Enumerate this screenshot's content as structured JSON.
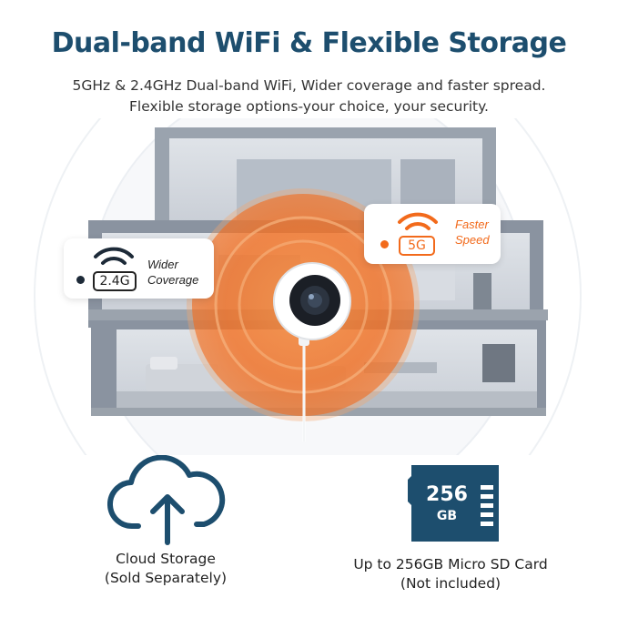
{
  "title": "Dual-band WiFi & Flexible Storage",
  "subtitle_lines": [
    "5GHz & 2.4GHz Dual-band WiFi, Wider coverage and faster spread.",
    "Flexible storage options-your choice, your security."
  ],
  "badges": {
    "band_24": {
      "band": "2.4G",
      "caption_lines": [
        "Wider",
        "Coverage"
      ]
    },
    "band_5": {
      "band": "5G",
      "caption_lines": [
        "Faster",
        "Speed"
      ]
    }
  },
  "sd_card": {
    "capacity_number": "256",
    "capacity_unit": "GB"
  },
  "features": {
    "cloud": {
      "lines": [
        "Cloud Storage",
        "(Sold Separately)"
      ]
    },
    "sd": {
      "lines": [
        "Up to 256GB Micro SD Card",
        "(Not included)"
      ]
    }
  },
  "colors": {
    "title": "#1d4e6e",
    "accent_orange": "#f26a1b",
    "icon_navy": "#1d4e6e",
    "house_gray": "#8a93a0"
  },
  "icons": [
    "wifi-icon",
    "cloud-upload-icon",
    "micro-sd-card-icon",
    "security-camera-icon"
  ]
}
